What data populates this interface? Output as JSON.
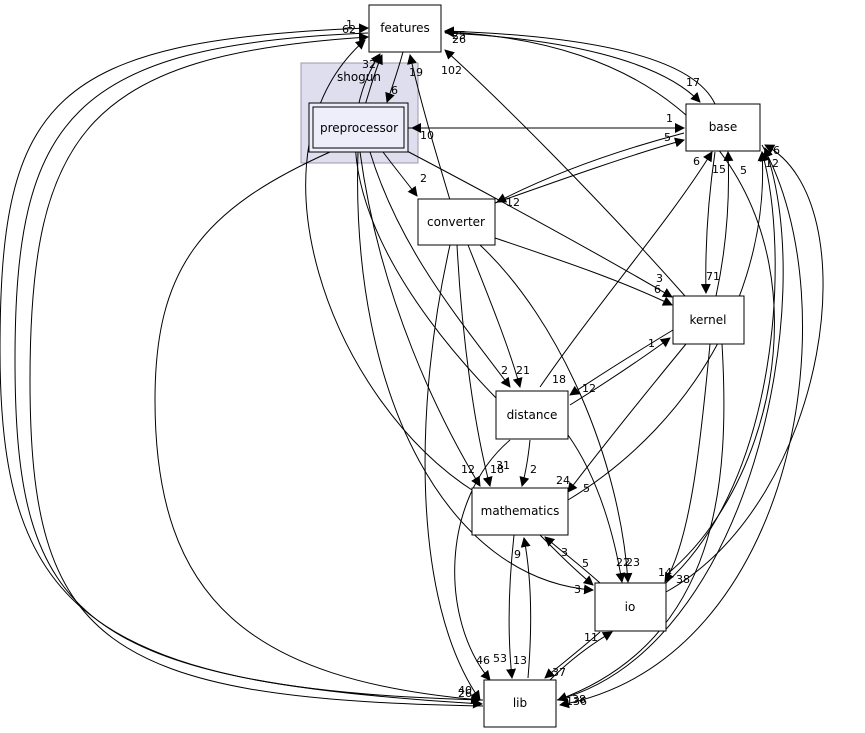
{
  "graph": {
    "cluster_label": "shogun",
    "nodes": {
      "features": "features",
      "preprocessor": "preprocessor",
      "base": "base",
      "converter": "converter",
      "kernel": "kernel",
      "distance": "distance",
      "mathematics": "mathematics",
      "io": "io",
      "lib": "lib"
    },
    "edge_labels": [
      "1",
      "62",
      "26",
      "25",
      "32",
      "19",
      "102",
      "6",
      "17",
      "1",
      "10",
      "5",
      "6",
      "2",
      "12",
      "15",
      "5",
      "26",
      "12",
      "71",
      "3",
      "6",
      "1",
      "2",
      "21",
      "18",
      "12",
      "12",
      "31",
      "18",
      "2",
      "24",
      "5",
      "9",
      "3",
      "5",
      "22",
      "23",
      "14",
      "38",
      "3",
      "11",
      "46",
      "53",
      "13",
      "37",
      "40",
      "26",
      "136",
      "38"
    ]
  }
}
